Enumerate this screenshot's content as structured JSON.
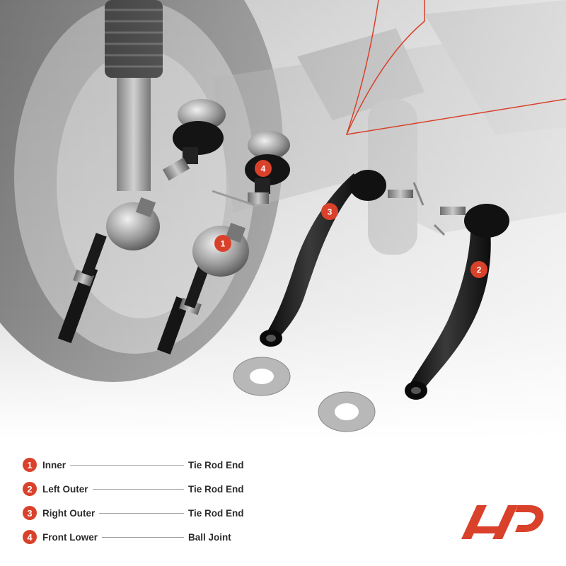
{
  "legend": {
    "items": [
      {
        "number": "1",
        "name": "Inner",
        "type": "Tie Rod End"
      },
      {
        "number": "2",
        "name": "Left Outer",
        "type": "Tie Rod End"
      },
      {
        "number": "3",
        "name": "Right Outer",
        "type": "Tie Rod End"
      },
      {
        "number": "4",
        "name": "Front Lower",
        "type": "Ball Joint"
      }
    ]
  },
  "callouts": [
    "1",
    "2",
    "3",
    "4"
  ],
  "colors": {
    "accent": "#d9412b",
    "background": "#ffffff",
    "text": "#2b2b2b"
  },
  "logo": {
    "icon": "brand-logo-icon"
  }
}
